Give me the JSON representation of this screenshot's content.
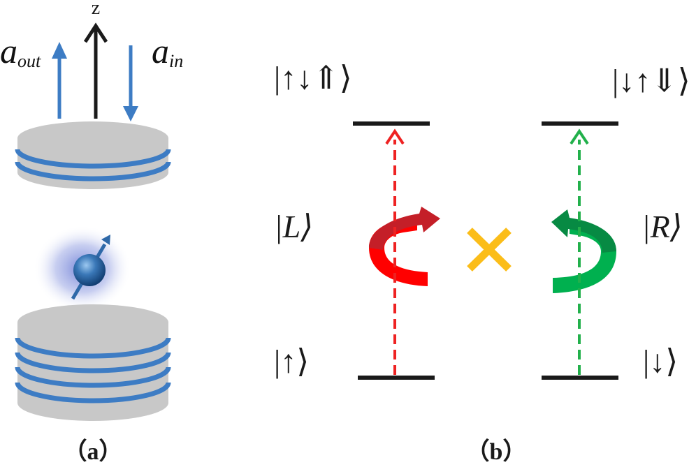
{
  "panel_a": {
    "axis_label": "z",
    "out_label_main": "a",
    "out_label_sub": "out",
    "in_label_main": "a",
    "in_label_sub": "in",
    "caption": "（a）"
  },
  "panel_b": {
    "top_left_state": "|↑↓⇑⟩",
    "top_right_state": "|↓↑⇓⟩",
    "mid_left_state": "|L⟩",
    "mid_right_state": "|R⟩",
    "bottom_left_state": "|↑⟩",
    "bottom_right_state": "|↓⟩",
    "caption": "（b）"
  },
  "colors": {
    "mirror_gray": "#c8c8c8",
    "mirror_blue": "#3d7cc4",
    "red": "#ee2222",
    "dark_red": "#c41f28",
    "green": "#22b04b",
    "dark_green": "#078a43",
    "cross": "#fbbd19",
    "black": "#1a1a1a"
  }
}
